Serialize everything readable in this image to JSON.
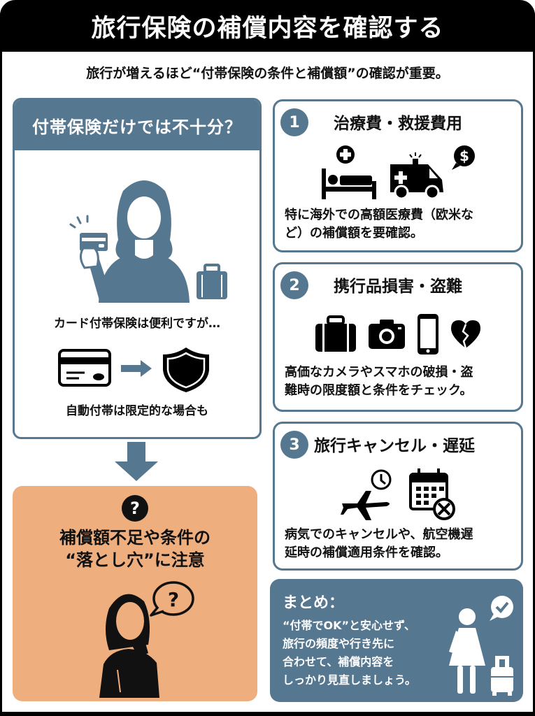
{
  "header": {
    "title": "旅行保険の補償内容を確認する"
  },
  "subtitle": "旅行が増えるほど“付帯保険の条件と補償額”の確認が重要。",
  "left_panel": {
    "heading": "付帯保険だけでは不十分？",
    "illustration": "woman-holding-credit-card-with-suitcase",
    "text1": "カード付帯保険は便利ですが…",
    "flow_icons": [
      "credit-card-icon",
      "arrow-right-icon",
      "shield-icon"
    ],
    "text2": "自動付帯は限定的な場合も"
  },
  "arrow": "arrow-down-icon",
  "warning_box": {
    "icon": "question-circle-icon",
    "title_line1": "補償額不足や条件の",
    "title_line2": "“落とし穴”に注意",
    "illustration": "thinking-woman-with-question-bubble"
  },
  "cards": [
    {
      "number": "1",
      "title": "治療費・救援費用",
      "icons": [
        "hospital-bed-icon",
        "ambulance-icon",
        "dollar-bubble-icon"
      ],
      "desc_line1": "特に海外での高額医療費（欧米な",
      "desc_line2": "ど）の補償額を要確認。"
    },
    {
      "number": "2",
      "title": "携行品損害・盗難",
      "icons": [
        "suitcase-icon",
        "camera-icon",
        "smartphone-icon",
        "broken-heart-icon"
      ],
      "desc_line1": "高価なカメラやスマホの破損・盗",
      "desc_line2": "難時の限度額と条件をチェック。"
    },
    {
      "number": "3",
      "title": "旅行キャンセル・遅延",
      "icons": [
        "airplane-clock-icon",
        "calendar-cancel-icon"
      ],
      "desc_line1": "病気でのキャンセルや、航空機遅",
      "desc_line2": "延時の補償適用条件を確認。"
    }
  ],
  "summary": {
    "title": "まとめ：",
    "lines": [
      "“付帯でOK”と安心せず、",
      "旅行の頻度や行き先に",
      "合わせて、補償内容を",
      "しっかり見直しましょう。"
    ],
    "illustration": "traveler-with-check-bubble"
  },
  "colors": {
    "header_bg": "#000000",
    "accent_slate": "#557790",
    "warning_orange": "#EFAE7E",
    "text": "#111111"
  }
}
